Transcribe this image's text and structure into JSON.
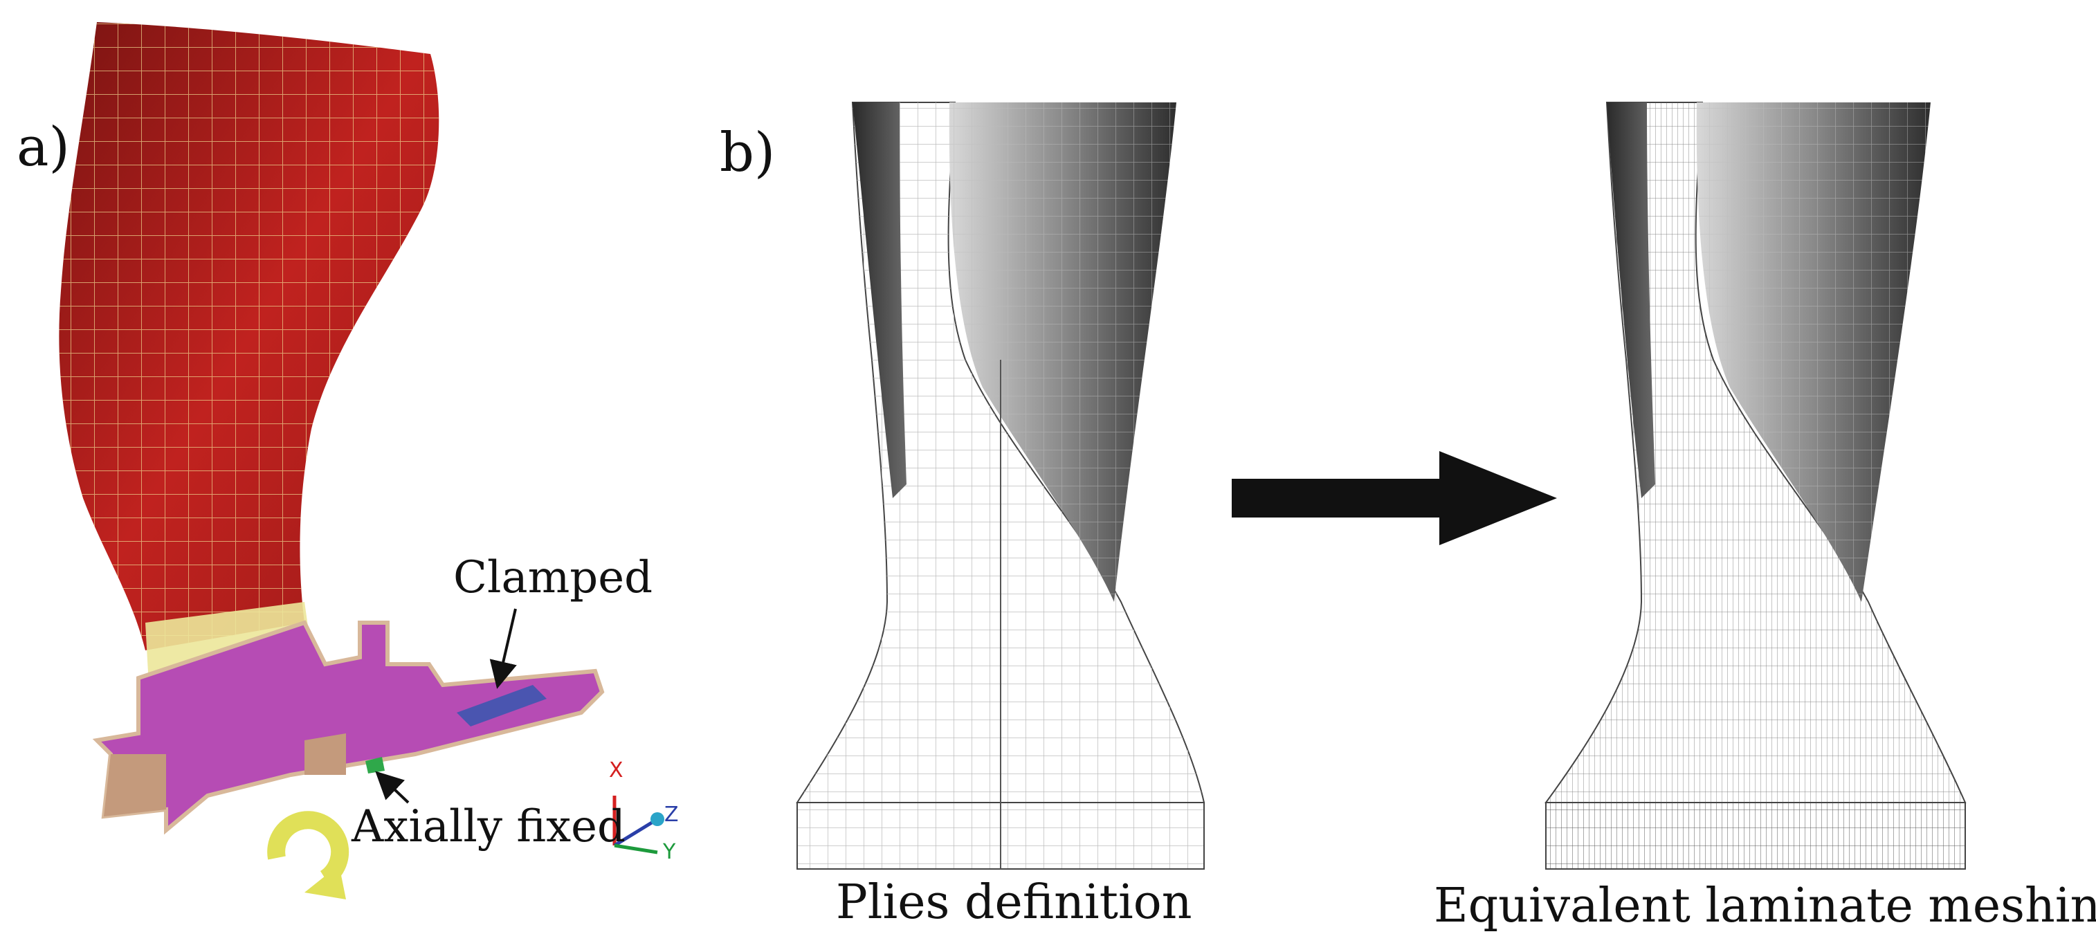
{
  "panels": {
    "a": {
      "label": "a)"
    },
    "b": {
      "label": "b)"
    }
  },
  "annotations": {
    "clamped": "Clamped",
    "axially_fixed": "Axially fixed"
  },
  "axes": {
    "x": "X",
    "y": "Y",
    "z": "Z"
  },
  "captions": {
    "left": "Plies definition",
    "right": "Equivalent laminate meshing"
  },
  "colors": {
    "blade": "#b0201e",
    "blade_grid": "#f0d890",
    "fillet": "#ece79a",
    "disk": "#b64cb4",
    "disk_edge": "#d8b89a",
    "clamped": "#4a55b0",
    "fixed": "#2fa84a",
    "rotation": "#e0e058",
    "arrow": "#111111"
  }
}
